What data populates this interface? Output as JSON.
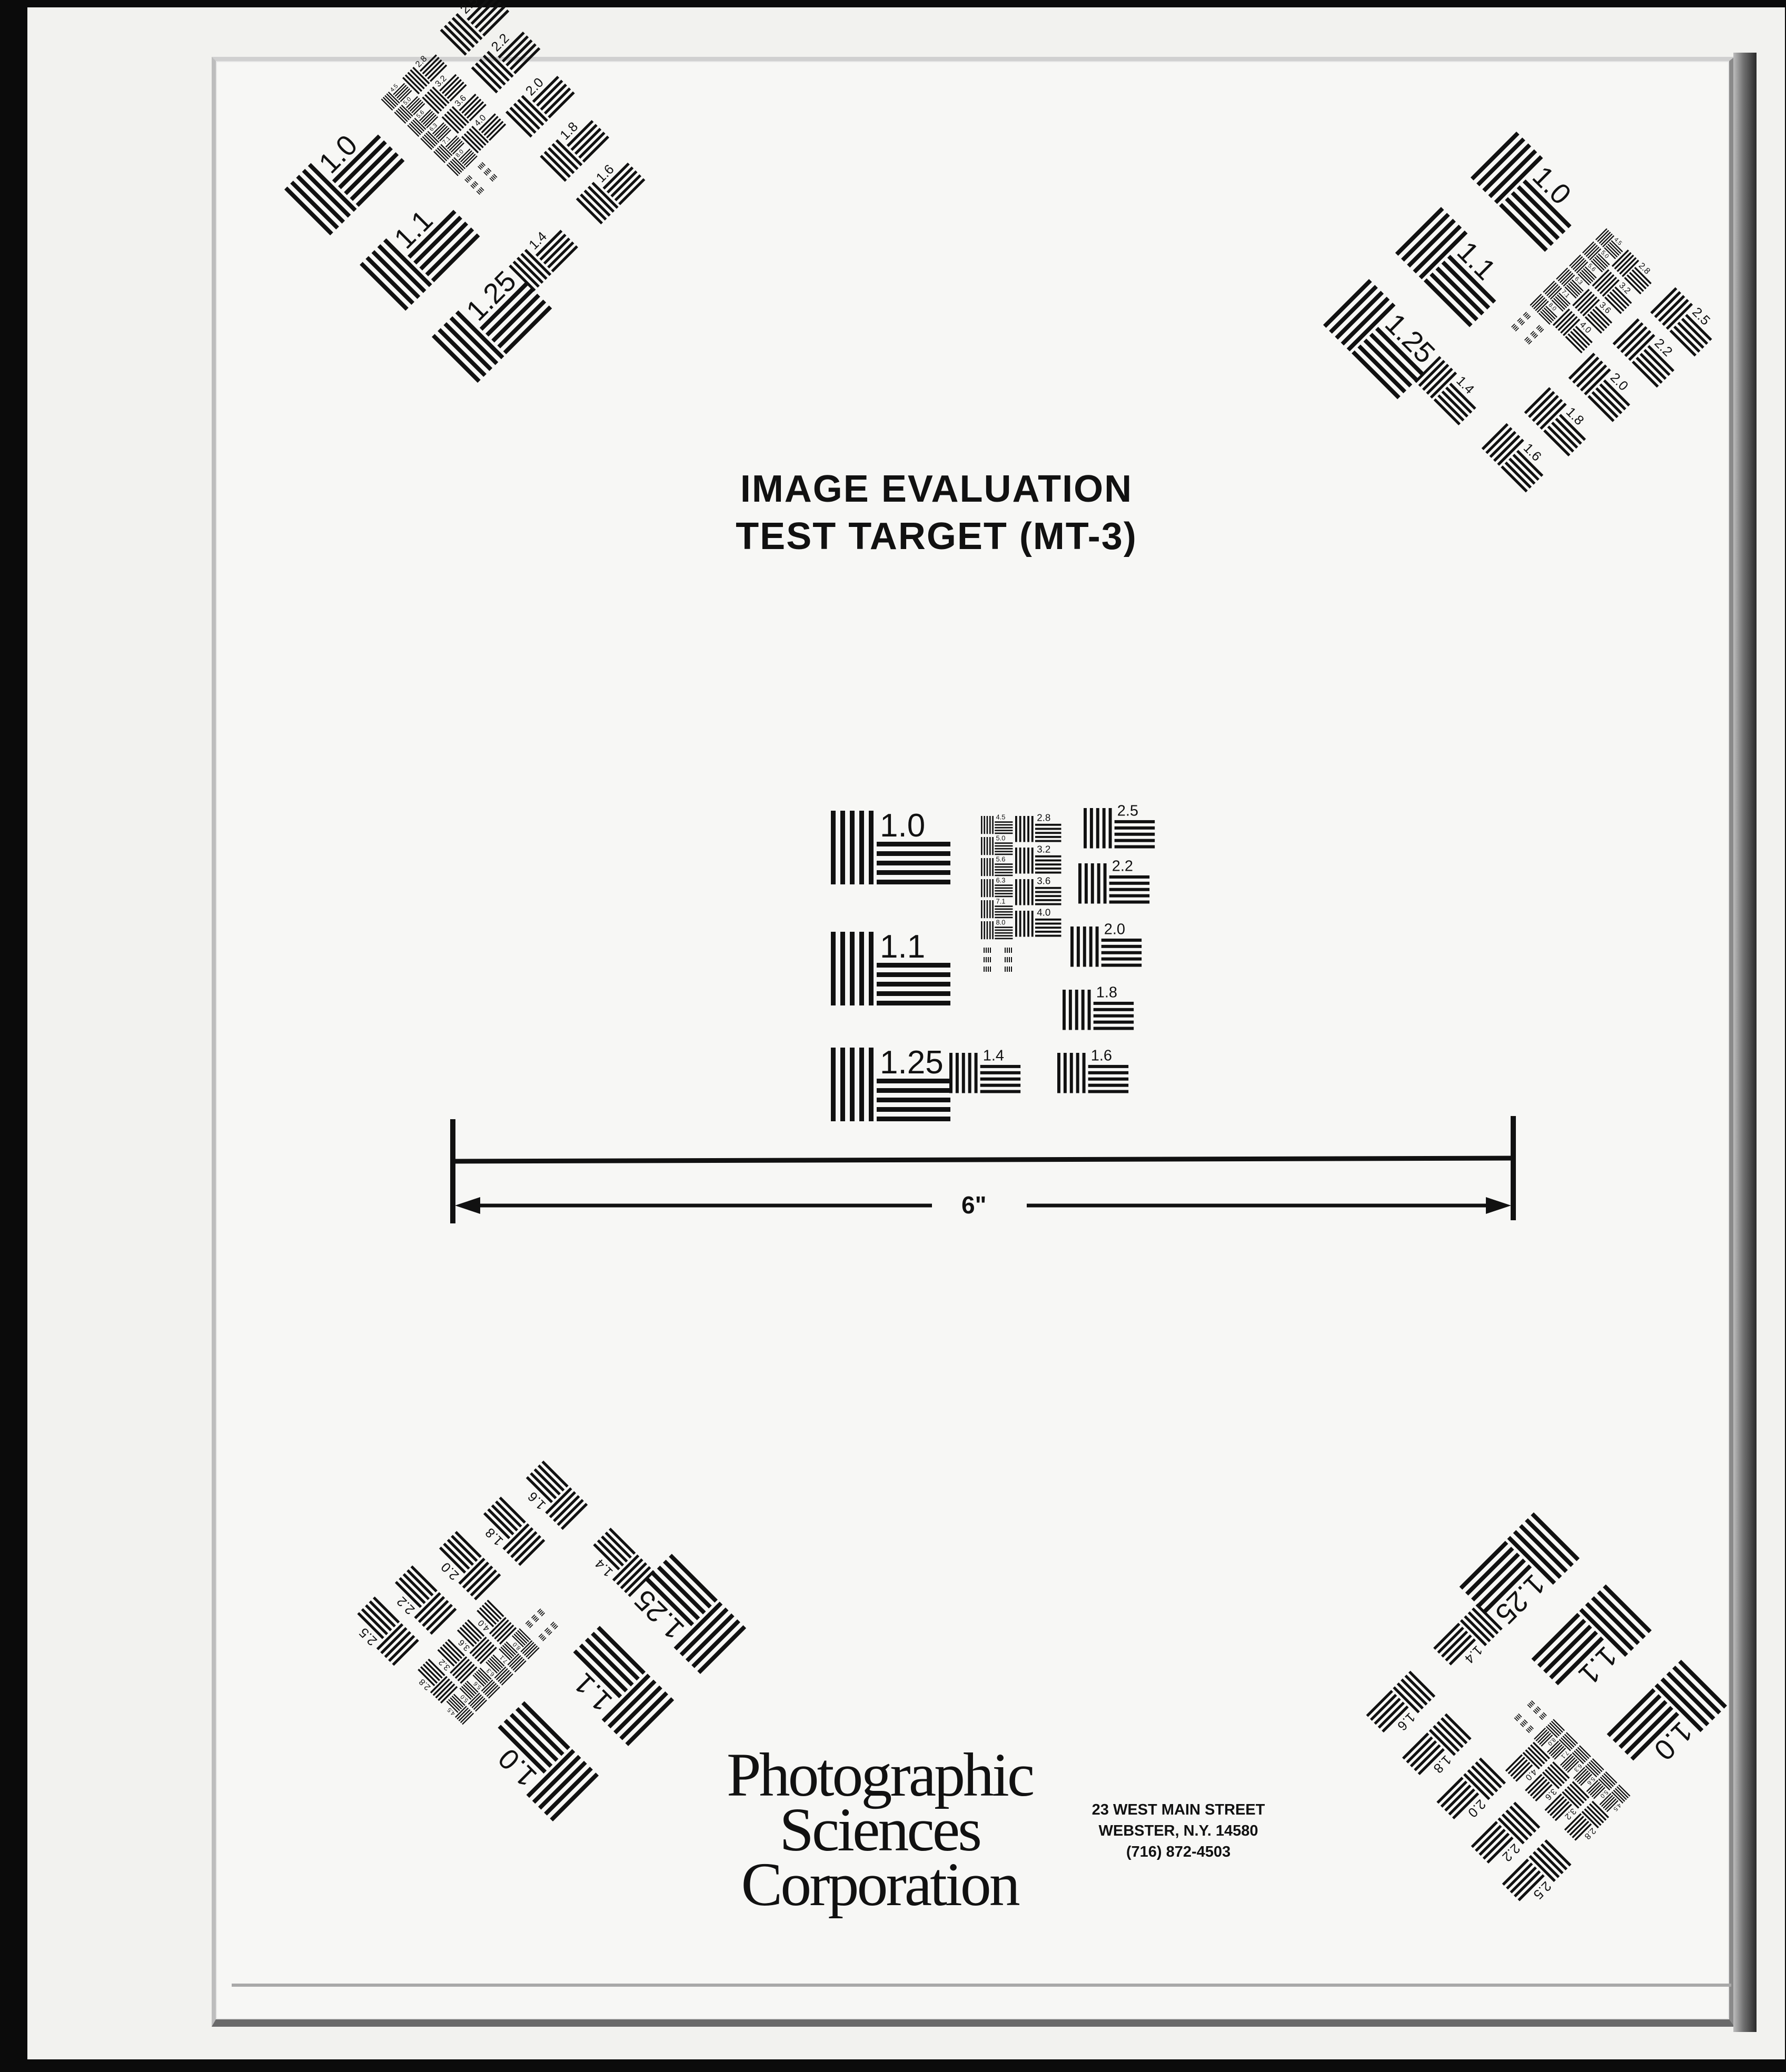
{
  "title": {
    "line1": "IMAGE EVALUATION",
    "line2": "TEST TARGET (MT-3)"
  },
  "scale": {
    "label": "6\""
  },
  "company": {
    "line1": "Photographic",
    "line2": "Sciences",
    "line3": "Corporation"
  },
  "address": {
    "street": "23 WEST MAIN STREET",
    "city": "WEBSTER, N.Y. 14580",
    "phone": "(716) 872-4503"
  },
  "resolution_labels": {
    "big": [
      "1.0",
      "1.1",
      "1.25",
      "1.4",
      "1.6",
      "1.8",
      "2.0",
      "2.2",
      "2.5"
    ],
    "mid": [
      "2.8",
      "3.2",
      "3.6",
      "4.0"
    ],
    "small": [
      "4.5",
      "5.0",
      "5.6",
      "6.3",
      "7.1",
      "8.0"
    ]
  },
  "colors": {
    "ink": "#111111",
    "card": "#f7f7f5",
    "border": "#0b0b0b"
  }
}
